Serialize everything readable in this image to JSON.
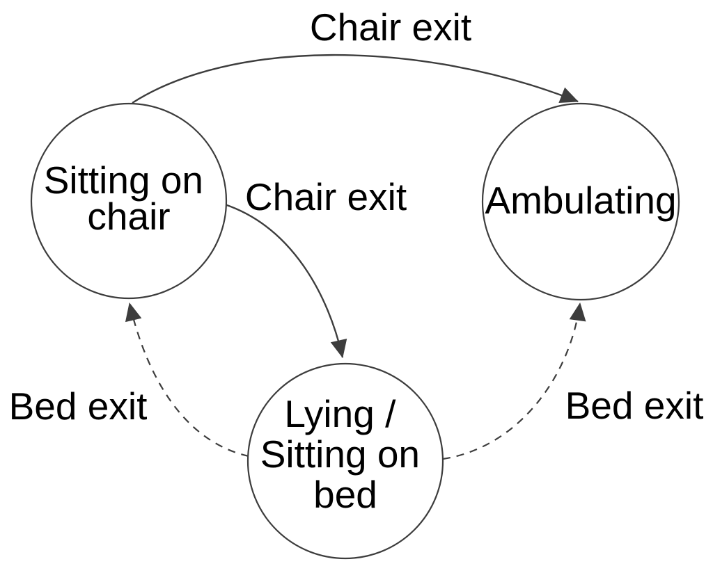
{
  "diagram": {
    "kind": "state-transition-diagram",
    "colors": {
      "background": "#ffffff",
      "node_fill": "#ffffff",
      "stroke": "#3d3d3d",
      "text": "#000000"
    },
    "nodes": [
      {
        "id": "sitting-on-chair",
        "label": "Sitting on chair",
        "lines": [
          "Sitting on",
          "chair"
        ]
      },
      {
        "id": "ambulating",
        "label": "Ambulating",
        "lines": [
          "Ambulating"
        ]
      },
      {
        "id": "lying-sitting-on-bed",
        "label": "Lying / Sitting on bed",
        "lines": [
          "Lying /",
          "Sitting on",
          "bed"
        ]
      }
    ],
    "edges": [
      {
        "id": "chair-exit-to-ambulating",
        "label": "Chair exit",
        "from": "sitting-on-chair",
        "to": "ambulating",
        "line_style": "solid",
        "arrowhead": "filled-triangle"
      },
      {
        "id": "chair-exit-to-bed",
        "label": "Chair exit",
        "from": "sitting-on-chair",
        "to": "lying-sitting-on-bed",
        "line_style": "solid",
        "arrowhead": "filled-triangle"
      },
      {
        "id": "bed-exit-to-chair",
        "label": "Bed exit",
        "from": "lying-sitting-on-bed",
        "to": "sitting-on-chair",
        "line_style": "dashed",
        "arrowhead": "filled-triangle"
      },
      {
        "id": "bed-exit-to-ambulating",
        "label": "Bed exit",
        "from": "lying-sitting-on-bed",
        "to": "ambulating",
        "line_style": "dashed",
        "arrowhead": "filled-triangle"
      }
    ]
  }
}
